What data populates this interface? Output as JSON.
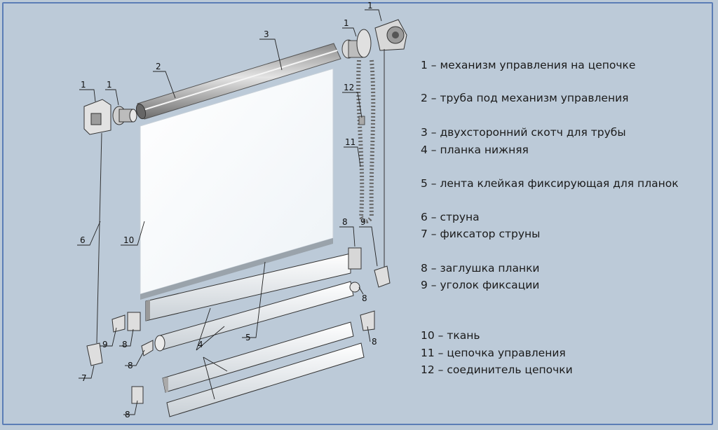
{
  "legend": {
    "items": [
      "1 – механизм управления на цепочке",
      "2 – труба под механизм управления",
      "3 – двухсторонний скотч для трубы",
      "4 – планка нижняя",
      "5 – лента клейкая фиксирующая для планок",
      "6 – струна",
      "7 – фиксатор струны",
      "8 – заглушка планки",
      "9 – уголок фиксации",
      "10 – ткань",
      "11 – цепочка управления",
      "12 – соединитель цепочки"
    ]
  },
  "callouts": {
    "n1": "1",
    "n2": "2",
    "n3": "3",
    "n4": "4",
    "n5": "5",
    "n6": "6",
    "n7": "7",
    "n8": "8",
    "n9": "9",
    "n10": "10",
    "n11": "11",
    "n12": "12"
  }
}
